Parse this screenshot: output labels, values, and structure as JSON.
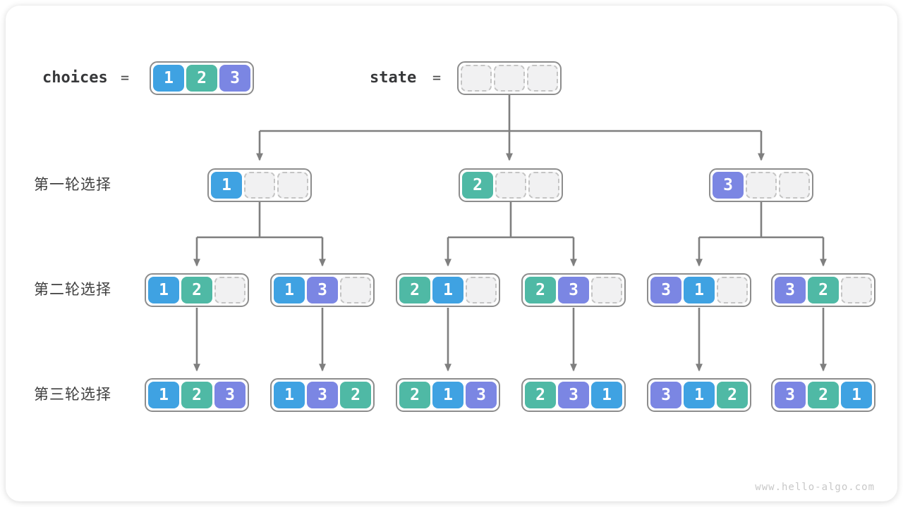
{
  "header": {
    "choices_label": "choices",
    "equals": "=",
    "choices_cells": [
      "1",
      "2",
      "3"
    ],
    "state_label": "state",
    "state_cells": [
      "",
      "",
      ""
    ]
  },
  "rows": [
    {
      "label": "第一轮选择",
      "nodes": [
        [
          "1",
          "",
          ""
        ],
        [
          "2",
          "",
          ""
        ],
        [
          "3",
          "",
          ""
        ]
      ]
    },
    {
      "label": "第二轮选择",
      "nodes": [
        [
          "1",
          "2",
          ""
        ],
        [
          "1",
          "3",
          ""
        ],
        [
          "2",
          "1",
          ""
        ],
        [
          "2",
          "3",
          ""
        ],
        [
          "3",
          "1",
          ""
        ],
        [
          "3",
          "2",
          ""
        ]
      ]
    },
    {
      "label": "第三轮选择",
      "nodes": [
        [
          "1",
          "2",
          "3"
        ],
        [
          "1",
          "3",
          "2"
        ],
        [
          "2",
          "1",
          "3"
        ],
        [
          "2",
          "3",
          "1"
        ],
        [
          "3",
          "1",
          "2"
        ],
        [
          "3",
          "2",
          "1"
        ]
      ]
    }
  ],
  "colors": {
    "1": "#3fa2e2",
    "2": "#4fb9a5",
    "3": "#7b86e3",
    "line": "#7f7f7f",
    "empty_fill": "#f1f1f2",
    "empty_border": "#c4c4c4",
    "node_border": "#8d8d8d"
  },
  "watermark": "www.hello-algo.com"
}
